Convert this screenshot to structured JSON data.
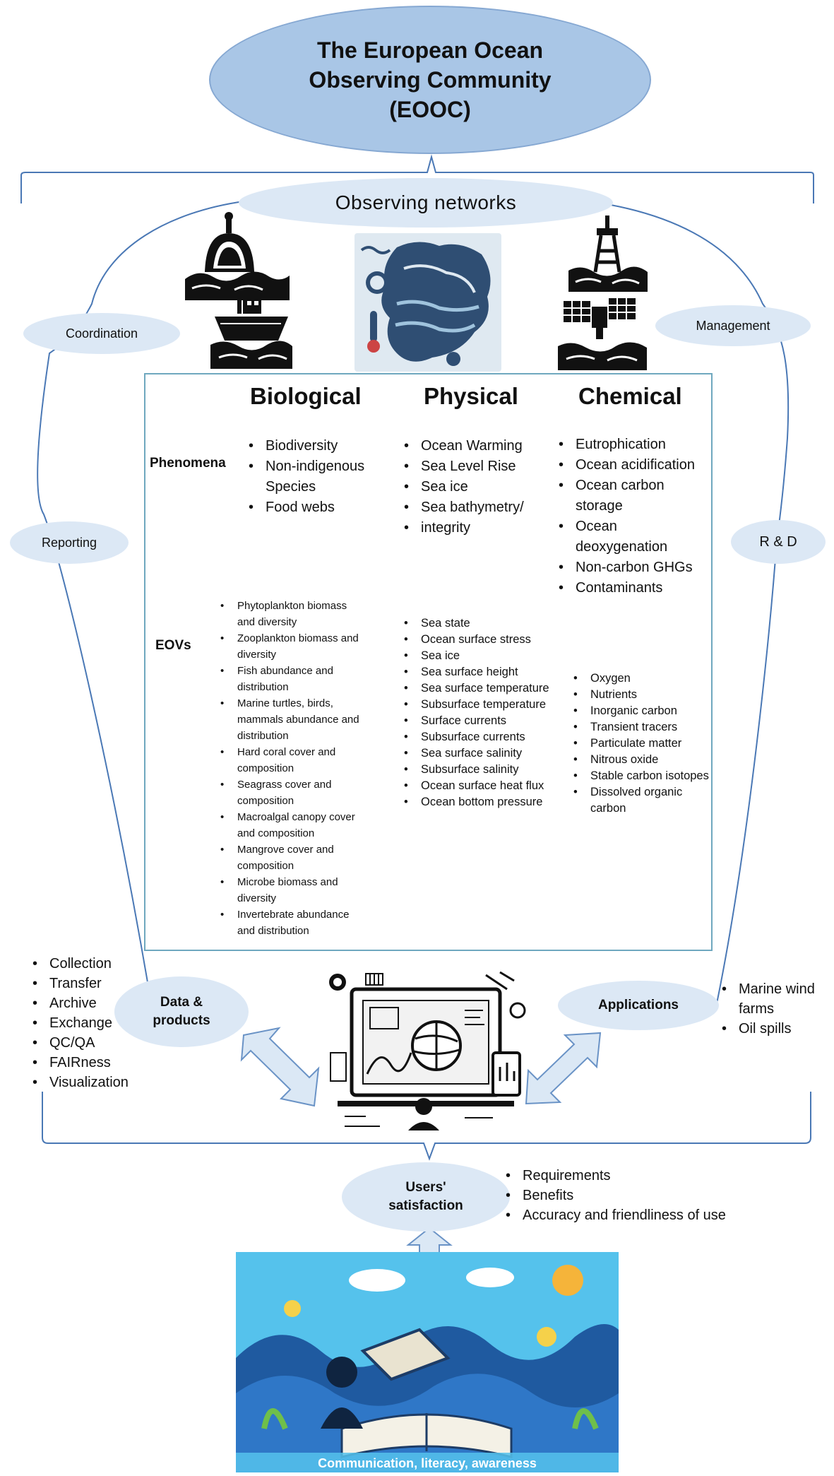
{
  "title": "The European Ocean Observing Community (EOOC)",
  "nodes": {
    "observing_networks": "Observing networks",
    "coordination": "Coordination",
    "management": "Management",
    "reporting": "Reporting",
    "rnd": "R & D",
    "data_products": "Data & products",
    "applications": "Applications",
    "users_satisfaction": "Users' satisfaction"
  },
  "table": {
    "columns": [
      "Biological",
      "Physical",
      "Chemical"
    ],
    "phenomena_label": "Phenomena",
    "eovs_label": "EOVs",
    "phenomena": {
      "biological": [
        "Biodiversity",
        "Non-indigenous Species",
        "Food webs"
      ],
      "physical": [
        "Ocean Warming",
        "Sea Level Rise",
        "Sea ice",
        "Sea bathymetry/",
        "integrity"
      ],
      "chemical": [
        "Eutrophication",
        "Ocean acidification",
        "Ocean carbon storage",
        "Ocean deoxygenation",
        "Non-carbon GHGs",
        "Contaminants"
      ]
    },
    "eovs": {
      "biological": [
        "Phytoplankton biomass and diversity",
        "Zooplankton biomass and diversity",
        "Fish abundance and distribution",
        "Marine turtles, birds, mammals abundance and distribution",
        "Hard coral cover and composition",
        "Seagrass cover and composition",
        "Macroalgal canopy cover and composition",
        "Mangrove cover and composition",
        "Microbe biomass and diversity",
        "Invertebrate abundance and distribution"
      ],
      "physical": [
        "Sea state",
        "Ocean surface stress",
        "Sea ice",
        "Sea surface height",
        "Sea surface temperature",
        "Subsurface temperature",
        "Surface currents",
        "Subsurface currents",
        "Sea surface salinity",
        "Subsurface salinity",
        "Ocean surface heat flux",
        "Ocean bottom pressure"
      ],
      "chemical": [
        "Oxygen",
        "Nutrients",
        "Inorganic carbon",
        "Transient tracers",
        "Particulate matter",
        "Nitrous oxide",
        "Stable carbon isotopes",
        "Dissolved organic carbon"
      ]
    }
  },
  "data_products_items": [
    "Collection",
    "Transfer",
    "Archive",
    "Exchange",
    "QC/QA",
    "FAIRness",
    "Visualization"
  ],
  "applications_items": [
    "Marine wind farms",
    "Oil spills"
  ],
  "users_items": [
    "Requirements",
    "Benefits",
    "Accuracy and friendliness of use"
  ],
  "bottom_caption": "Communication, literacy, awareness",
  "colors": {
    "connector": "#4a78b5",
    "title_ellipse": "#a9c6e6",
    "node_ellipse": "#dce8f5",
    "table_border": "#6fa8bf",
    "banner": "#55c2ec"
  }
}
